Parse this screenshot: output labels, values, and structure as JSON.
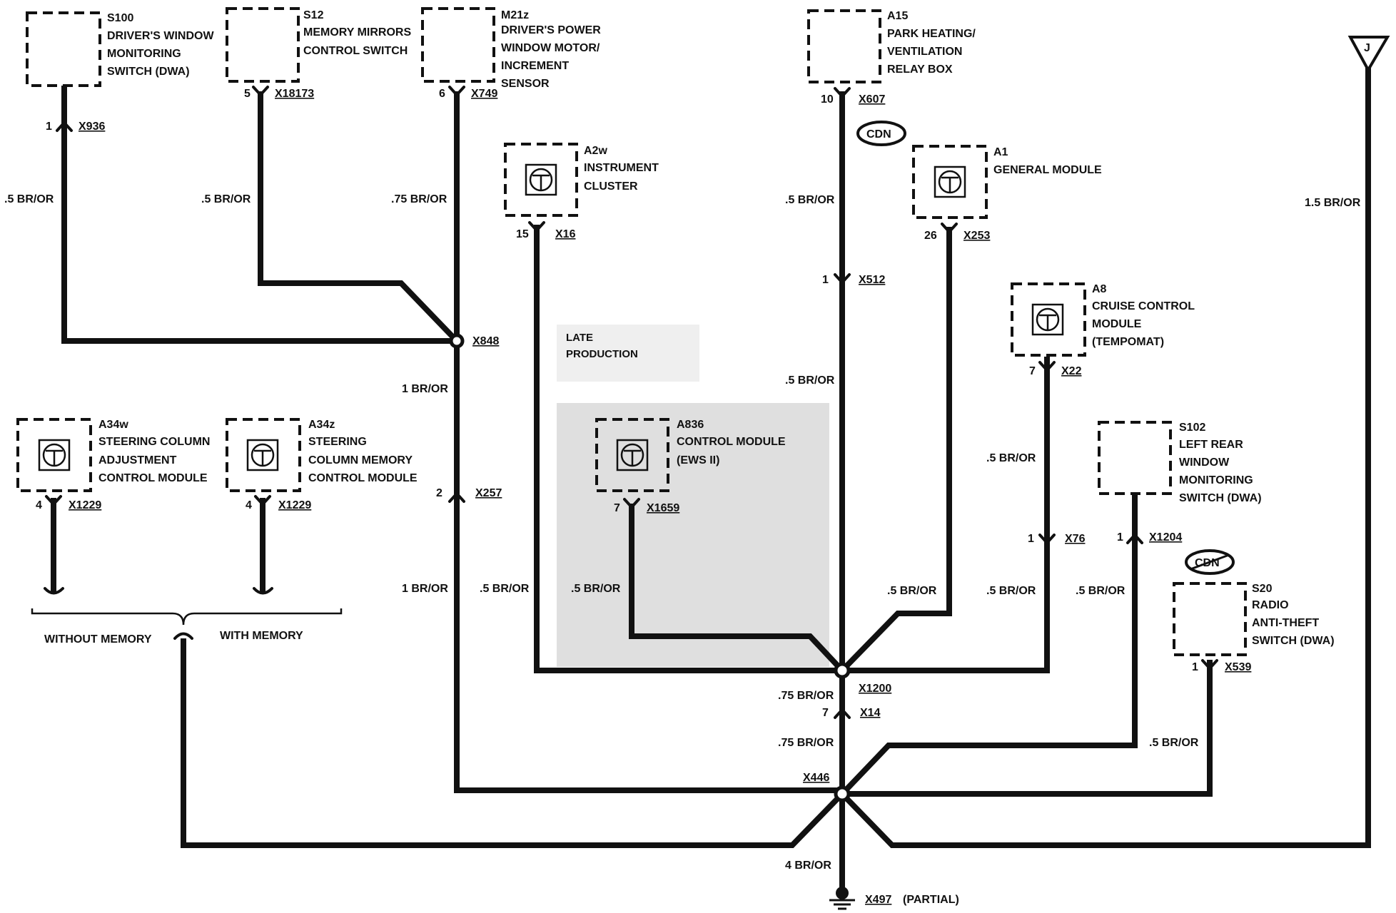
{
  "components": {
    "s100": {
      "code": "S100",
      "lines": [
        "DRIVER'S WINDOW",
        "MONITORING",
        "SWITCH (DWA)"
      ]
    },
    "s12": {
      "code": "S12",
      "lines": [
        "MEMORY MIRRORS",
        "CONTROL SWITCH"
      ]
    },
    "m21z": {
      "code": "M21z",
      "lines": [
        "DRIVER'S POWER",
        "WINDOW MOTOR/",
        "INCREMENT",
        "SENSOR"
      ]
    },
    "a15": {
      "code": "A15",
      "lines": [
        "PARK HEATING/",
        "VENTILATION",
        "RELAY BOX"
      ]
    },
    "a2w": {
      "code": "A2w",
      "lines": [
        "INSTRUMENT",
        "CLUSTER"
      ]
    },
    "a1": {
      "code": "A1",
      "lines": [
        "GENERAL MODULE"
      ]
    },
    "a8": {
      "code": "A8",
      "lines": [
        "CRUISE CONTROL",
        "MODULE",
        "(TEMPOMAT)"
      ]
    },
    "a34w": {
      "code": "A34w",
      "lines": [
        "STEERING COLUMN",
        "ADJUSTMENT",
        "CONTROL MODULE"
      ]
    },
    "a34z": {
      "code": "A34z",
      "lines": [
        "STEERING",
        "COLUMN MEMORY",
        "CONTROL MODULE"
      ]
    },
    "a836": {
      "code": "A836",
      "lines": [
        "CONTROL MODULE",
        "(EWS II)"
      ]
    },
    "s102": {
      "code": "S102",
      "lines": [
        "LEFT REAR",
        "WINDOW",
        "MONITORING",
        "SWITCH (DWA)"
      ]
    },
    "s20": {
      "code": "S20",
      "lines": [
        "RADIO",
        "ANTI-THEFT",
        "SWITCH (DWA)"
      ]
    }
  },
  "connectors": {
    "x936": {
      "pin": "1",
      "id": "X936"
    },
    "x18173": {
      "pin": "5",
      "id": "X18173"
    },
    "x749": {
      "pin": "6",
      "id": "X749"
    },
    "x607": {
      "pin": "10",
      "id": "X607"
    },
    "x16": {
      "pin": "15",
      "id": "X16"
    },
    "x253": {
      "pin": "26",
      "id": "X253"
    },
    "x512": {
      "pin": "1",
      "id": "X512"
    },
    "x22": {
      "pin": "7",
      "id": "X22"
    },
    "x1229a": {
      "pin": "4",
      "id": "X1229"
    },
    "x1229b": {
      "pin": "4",
      "id": "X1229"
    },
    "x257": {
      "pin": "2",
      "id": "X257"
    },
    "x1659": {
      "pin": "7",
      "id": "X1659"
    },
    "x76": {
      "pin": "1",
      "id": "X76"
    },
    "x1204": {
      "pin": "1",
      "id": "X1204"
    },
    "x539": {
      "pin": "1",
      "id": "X539"
    },
    "x14": {
      "pin": "7",
      "id": "X14"
    }
  },
  "splices": {
    "x848": "X848",
    "x1200": "X1200",
    "x446": "X446"
  },
  "ground": {
    "id": "X497",
    "note": "(PARTIAL)"
  },
  "wires": {
    "w_s100": ".5 BR/OR",
    "w_s12": ".5 BR/OR",
    "w_m21z": ".75 BR/OR",
    "w_a15": ".5 BR/OR",
    "w_j": "1.5 BR/OR",
    "w_x848": "1 BR/OR",
    "w_x512": ".5 BR/OR",
    "w_a8": ".5 BR/OR",
    "w_x257": "1 BR/OR",
    "w_a2w": ".5 BR/OR",
    "w_a836": ".5 BR/OR",
    "w_a1": ".5 BR/OR",
    "w_x76": ".5 BR/OR",
    "w_s102": ".5 BR/OR",
    "w_x1200": ".75 BR/OR",
    "w_x14": ".75 BR/OR",
    "w_s20": ".5 BR/OR",
    "w_gnd": "4 BR/OR"
  },
  "notes": {
    "cdn": "CDN",
    "late1": "LATE",
    "late2": "PRODUCTION",
    "without_memory": "WITHOUT MEMORY",
    "with_memory": "WITH MEMORY",
    "j": "J"
  }
}
